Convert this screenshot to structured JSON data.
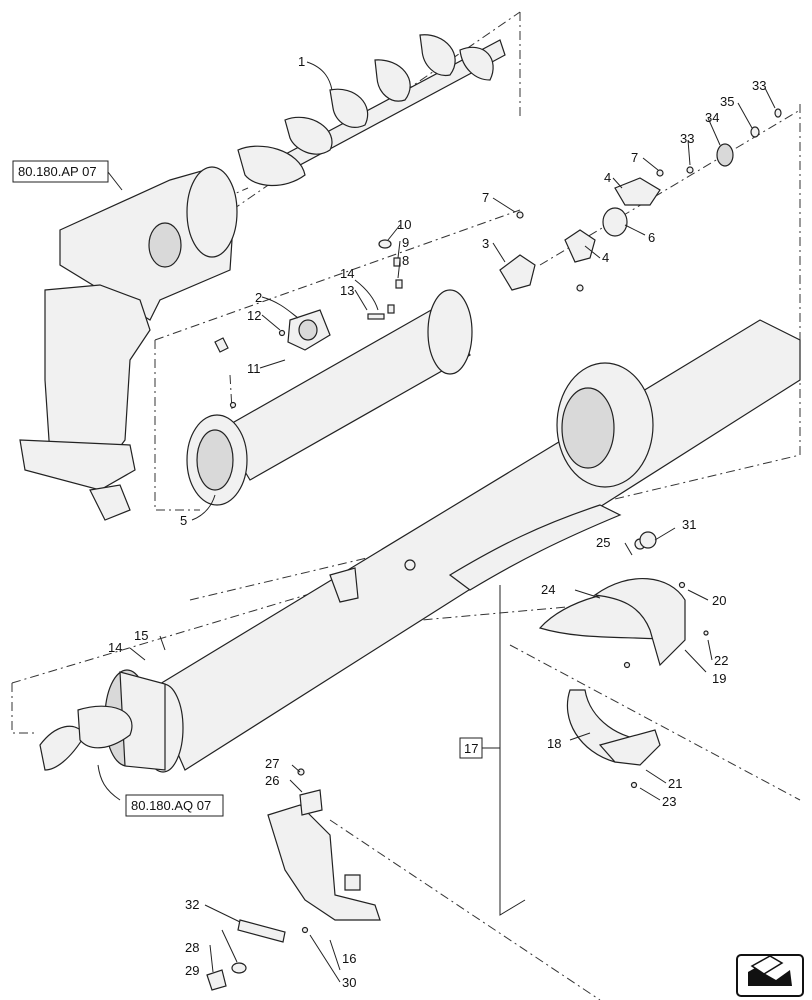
{
  "references": {
    "top_ref": "80.180.AP 07",
    "bottom_ref": "80.180.AQ 07",
    "group_17": "17"
  },
  "callouts": {
    "c1": "1",
    "c2": "2",
    "c3": "3",
    "c4a": "4",
    "c4b": "4",
    "c5": "5",
    "c6": "6",
    "c7a": "7",
    "c7b": "7",
    "c8": "8",
    "c9": "9",
    "c10": "10",
    "c11": "11",
    "c12": "12",
    "c13": "13",
    "c14a": "14",
    "c14b": "14",
    "c15": "15",
    "c16": "16",
    "c18": "18",
    "c19": "19",
    "c20": "20",
    "c21": "21",
    "c22": "22",
    "c23": "23",
    "c24": "24",
    "c25": "25",
    "c26": "26",
    "c27": "27",
    "c28": "28",
    "c29": "29",
    "c30": "30",
    "c31": "31",
    "c32": "32",
    "c33a": "33",
    "c33b": "33",
    "c34": "34",
    "c35": "35"
  },
  "nav": {
    "icon": "next-page-arrow-icon"
  }
}
